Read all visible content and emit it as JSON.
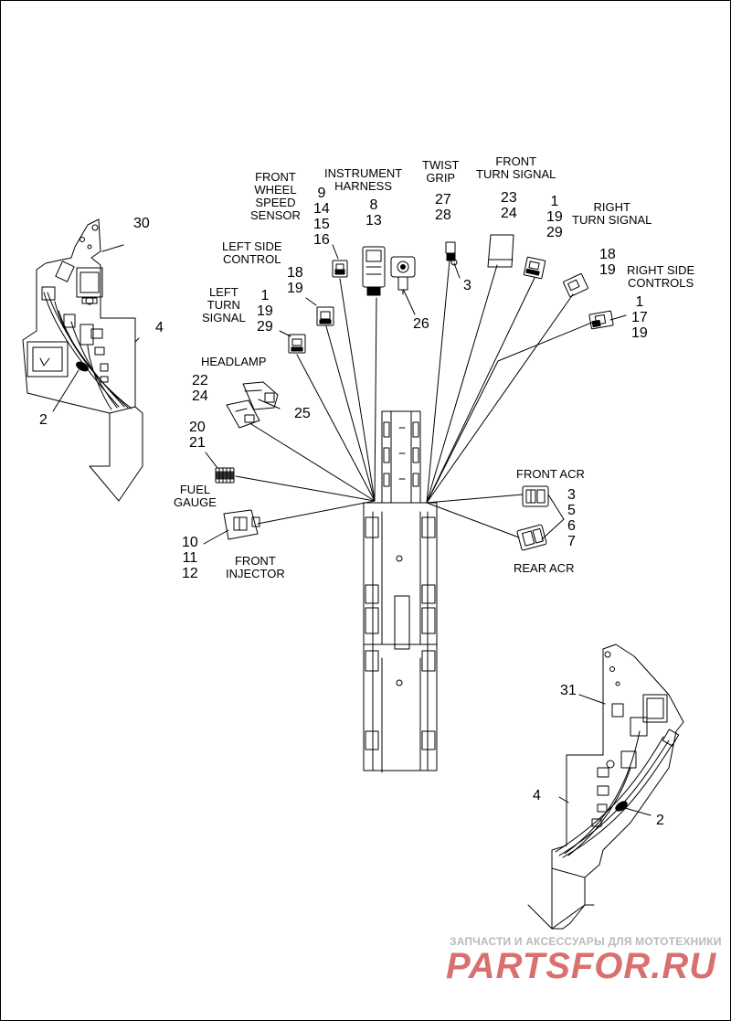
{
  "captions": {
    "instrument_harness": [
      "INSTRUMENT",
      "HARNESS"
    ],
    "front_wheel_speed_sensor": [
      "FRONT",
      "WHEEL",
      "SPEED",
      "SENSOR"
    ],
    "twist_grip": [
      "TWIST",
      "GRIP"
    ],
    "front_turn_signal": [
      "FRONT",
      "TURN SIGNAL"
    ],
    "right_turn_signal": [
      "RIGHT",
      "TURN SIGNAL"
    ],
    "right_side_controls": [
      "RIGHT SIDE",
      "CONTROLS"
    ],
    "left_side_control": [
      "LEFT SIDE",
      "CONTROL"
    ],
    "left_turn_signal": [
      "LEFT",
      "TURN",
      "SIGNAL"
    ],
    "headlamp": [
      "HEADLAMP"
    ],
    "fuel_gauge": [
      "FUEL",
      "GAUGE"
    ],
    "front_injector": [
      "FRONT",
      "INJECTOR"
    ],
    "front_acr": [
      "FRONT ACR"
    ],
    "rear_acr": [
      "REAR ACR"
    ]
  },
  "callouts": {
    "instrument_harness": [
      "8",
      "13"
    ],
    "front_wheel_speed_sensor": [
      "9",
      "14",
      "15",
      "16"
    ],
    "twist_grip": [
      "27",
      "28"
    ],
    "twist_grip_side": [
      "3"
    ],
    "front_turn_signal": [
      "23",
      "24"
    ],
    "right_turn_signal": [
      "1",
      "19",
      "29"
    ],
    "right_side_controls_a": [
      "18",
      "19"
    ],
    "right_side_controls_b": [
      "1",
      "17",
      "19"
    ],
    "left_side_control": [
      "18",
      "19"
    ],
    "left_turn_signal": [
      "1",
      "19",
      "29"
    ],
    "headlamp": [
      "22",
      "24"
    ],
    "headlamp_side": [
      "25"
    ],
    "fuel_gauge": [
      "20",
      "21"
    ],
    "front_injector": [
      "10",
      "11",
      "12"
    ],
    "acr": [
      "3",
      "5",
      "6",
      "7"
    ],
    "instrument_clip": [
      "26"
    ],
    "inset_left_top": "30",
    "inset_left_side": "4",
    "inset_left_clip": "2",
    "inset_right_top": "31",
    "inset_right_side": "4",
    "inset_right_clip": "2"
  },
  "watermark": {
    "line1": "ЗАПЧАСТИ И АКСЕССУАРЫ ДЛЯ МОТОТЕХНИКИ",
    "line2": "PARTSFOR.RU"
  },
  "colors": {
    "ink": "#000000",
    "watermark_red": "#d97070",
    "watermark_gray": "#b9b9b9"
  }
}
